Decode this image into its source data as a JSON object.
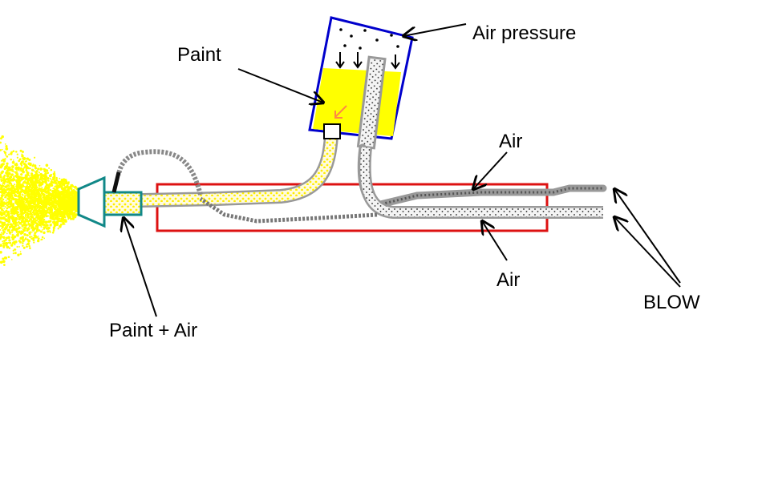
{
  "labels": {
    "air_pressure": "Air pressure",
    "paint": "Paint",
    "air_top": "Air",
    "air_bottom": "Air",
    "blow": "BLOW",
    "paint_air": "Paint + Air"
  },
  "colors": {
    "paint_yellow": "#ffff00",
    "tank_border": "#0000cc",
    "body_red": "#dd1111",
    "nozzle_teal": "#118888",
    "tube_gray": "#999999",
    "tube_dark": "#666666",
    "arrow_black": "#000000",
    "drip_orange": "#ff8844"
  }
}
